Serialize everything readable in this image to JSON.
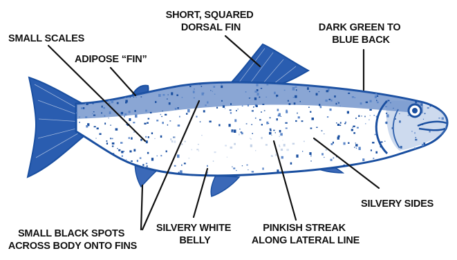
{
  "labels": {
    "small_scales": "SMALL SCALES",
    "adipose_fin": "ADIPOSE “FIN”",
    "dorsal_fin": [
      "SHORT, SQUARED",
      "DORSAL FIN"
    ],
    "back": [
      "DARK GREEN TO",
      "BLUE BACK"
    ],
    "sides": "SILVERY SIDES",
    "lateral_streak": [
      "PINKISH STREAK",
      "ALONG LATERAL LINE"
    ],
    "belly": [
      "SILVERY WHITE",
      "BELLY"
    ],
    "spots": [
      "SMALL BLACK SPOTS",
      "ACROSS BODY ONTO FINS"
    ]
  },
  "colors": {
    "fish": "#1a4fa0",
    "fish_light": "#5b86c8",
    "leader": "#111111",
    "text": "#111111"
  }
}
